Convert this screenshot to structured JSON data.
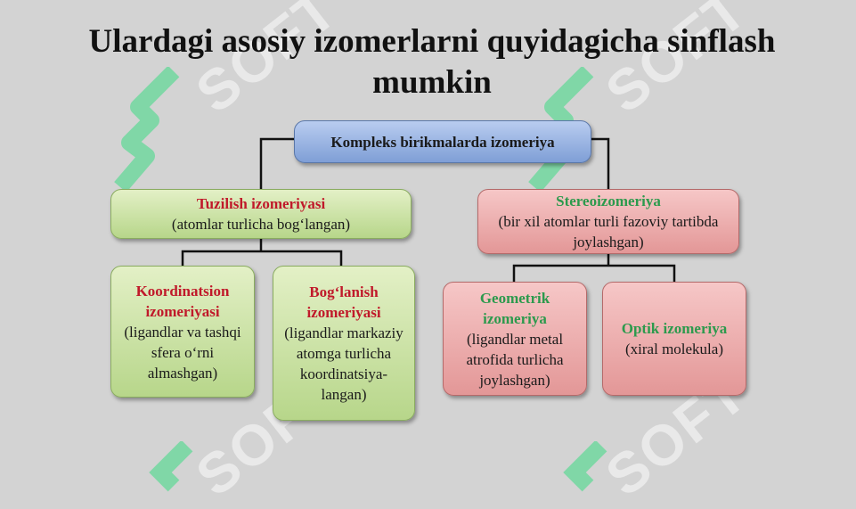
{
  "slide": {
    "title": "Ulardagi asosiy izomerlarni quyidagicha sinflash mumkin"
  },
  "diagram": {
    "root": "Kompleks birikmalarda izomeriya",
    "structural": {
      "title": "Tuzilish izomeriyasi",
      "desc": "(atomlar turlicha bog‘langan)"
    },
    "stereo": {
      "title": "Stereoizomeriya",
      "desc": "(bir xil atomlar turli fazoviy tartibda joylashgan)"
    },
    "coordination": {
      "title": "Koordinatsion izomeriyasi",
      "desc": "(ligandlar va tashqi sfera o‘rni almashgan)"
    },
    "linkage": {
      "title": "Bog‘lanish izomeriyasi",
      "desc": "(ligandlar markaziy atomga turlicha koordinatsiya-langan)"
    },
    "geometric": {
      "title": "Geometrik izomeriya",
      "desc": "(ligandlar metal atrofida turlicha joylashgan)"
    },
    "optical": {
      "title": "Optik izomeriya",
      "desc": "(xiral molekula)"
    }
  },
  "watermark": {
    "text": "SOFT",
    "color": "#3ddc84"
  }
}
